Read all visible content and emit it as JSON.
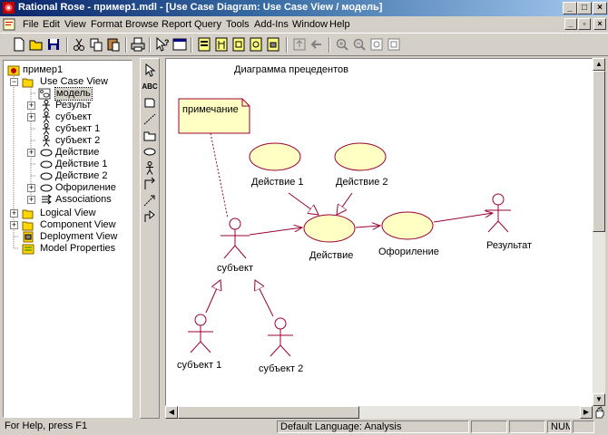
{
  "window": {
    "title": "Rational Rose - пример1.mdl - [Use Case Diagram: Use Case View / модель]"
  },
  "menu": [
    "File",
    "Edit",
    "View",
    "Format",
    "Browse",
    "Report",
    "Query",
    "Tools",
    "Add-Ins",
    "Window",
    "Help"
  ],
  "browser": {
    "root": "пример1",
    "use_case_view": "Use Case View",
    "items": [
      "модель",
      "Результ",
      "субъект",
      "субъект 1",
      "субъект 2",
      "Действие",
      "Действие 1",
      "Действие 2",
      "Офориление",
      "Associations"
    ],
    "logical_view": "Logical View",
    "component_view": "Component View",
    "deployment_view": "Deployment View",
    "model_properties": "Model Properties"
  },
  "toolbox": {
    "text_tool": "ABC"
  },
  "diagram": {
    "title": "Диаграмма прецедентов",
    "note": "примечание",
    "usecases": {
      "action1": "Действие 1",
      "action2": "Действие 2",
      "action": "Действие",
      "formalize": "Офориление"
    },
    "actors": {
      "subject": "субъект",
      "subject1": "субъект 1",
      "subject2": "субъект 2",
      "result": "Результат"
    },
    "colors": {
      "usecase_fill": "#ffffc4",
      "line": "#990033",
      "note_fill": "#ffffc4"
    }
  },
  "status": {
    "help": "For Help, press F1",
    "language": "Default Language: Analysis",
    "num": "NUM"
  }
}
